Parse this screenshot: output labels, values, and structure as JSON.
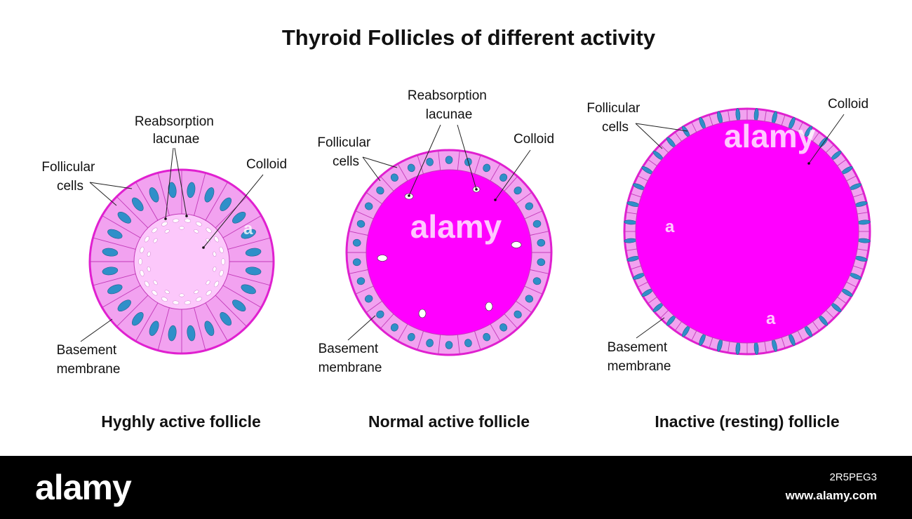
{
  "title": "Thyroid Follicles of different activity",
  "colors": {
    "cell_fill": "#f2a2f0",
    "cell_stroke": "#c23ab8",
    "membrane": "#e020d0",
    "nucleus": "#2f8fc9",
    "nucleus_stroke": "#1f5f8a",
    "colloid_active": "#fcc8fb",
    "colloid_dense": "#ff00ff",
    "vacuole": "#ffffff"
  },
  "follicles": [
    {
      "id": "highly-active",
      "caption": "Hyghly active follicle",
      "labels": {
        "follicular_cells": [
          "Follicular",
          "cells"
        ],
        "reabsorption_lacunae": [
          "Reabsorption",
          "lacunae"
        ],
        "colloid": "Colloid",
        "basement_membrane": [
          "Basement",
          "membrane"
        ]
      }
    },
    {
      "id": "normal-active",
      "caption": "Normal active follicle",
      "labels": {
        "follicular_cells": [
          "Follicular",
          "cells"
        ],
        "reabsorption_lacunae": [
          "Reabsorption",
          "lacunae"
        ],
        "colloid": "Colloid",
        "basement_membrane": [
          "Basement",
          "membrane"
        ]
      }
    },
    {
      "id": "inactive",
      "caption": "Inactive (resting) follicle",
      "labels": {
        "follicular_cells": [
          "Follicular",
          "cells"
        ],
        "colloid": "Colloid",
        "basement_membrane": [
          "Basement",
          "membrane"
        ]
      }
    }
  ],
  "watermark": {
    "text": "alamy",
    "mark": "a"
  },
  "footer": {
    "logo": "alamy",
    "image_id": "2R5PEG3",
    "url": "www.alamy.com"
  }
}
